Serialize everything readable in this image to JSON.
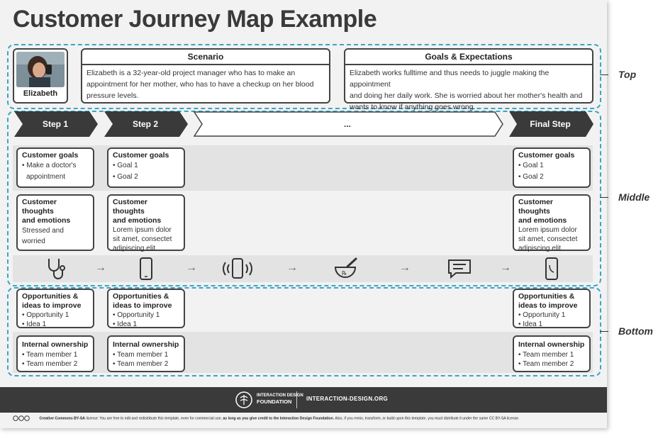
{
  "title": "Customer Journey Map Example",
  "regions": {
    "top": "Top",
    "middle": "Middle",
    "bottom": "Bottom"
  },
  "persona": {
    "name": "Elizabeth"
  },
  "scenario": {
    "heading": "Scenario",
    "lines": [
      "Elizabeth is a 32-year-old project manager who has to make an",
      "appointment for her mother, who has to have a checkup on her blood",
      "pressure levels."
    ]
  },
  "goals": {
    "heading": "Goals & Expectations",
    "lines": [
      "Elizabeth works fulltime and thus needs to juggle making the appointment",
      "and doing her daily work. She is worried about her mother's health and",
      "wants to know if anything goes wrong."
    ]
  },
  "steps": [
    "Step 1",
    "Step 2",
    "...",
    "Final Step"
  ],
  "columns": [
    {
      "goals_h": "Customer goals",
      "goals": [
        "• Make a doctor's",
        "appointment"
      ],
      "thoughts_h1": "Customer thoughts",
      "thoughts_h2": "and emotions",
      "thoughts": [
        "Stressed and",
        "worried"
      ],
      "opp_h1": "Opportunities &",
      "opp_h2": "ideas to improve",
      "opp": [
        "• Opportunity 1",
        "• Idea 1"
      ],
      "own_h": "Internal ownership",
      "own": [
        "• Team member 1",
        "• Team member 2"
      ]
    },
    {
      "goals_h": "Customer goals",
      "goals": [
        "• Goal 1",
        "• Goal 2"
      ],
      "thoughts_h1": "Customer thoughts",
      "thoughts_h2": "and emotions",
      "thoughts": [
        "Lorem ipsum dolor",
        "sit amet, consectet",
        "adipiscing elit."
      ],
      "opp_h1": "Opportunities &",
      "opp_h2": "ideas to improve",
      "opp": [
        "• Opportunity 1",
        "• Idea 1"
      ],
      "own_h": "Internal ownership",
      "own": [
        "• Team member 1",
        "• Team member 2"
      ]
    },
    {
      "goals_h": "Customer goals",
      "goals": [
        "• Goal 1",
        "• Goal 2"
      ],
      "thoughts_h1": "Customer thoughts",
      "thoughts_h2": "and emotions",
      "thoughts": [
        "Lorem ipsum dolor",
        "sit amet, consectet",
        "adipiscing elit."
      ],
      "opp_h1": "Opportunities &",
      "opp_h2": "ideas to improve",
      "opp": [
        "• Opportunity 1",
        "• Idea 1"
      ],
      "own_h": "Internal ownership",
      "own": [
        "• Team member 1",
        "• Team member 2"
      ]
    }
  ],
  "touchpoint_icons": [
    "stethoscope-icon",
    "smartphone-icon",
    "phone-ringing-icon",
    "mortar-pestle-rx-icon",
    "chat-message-icon",
    "smartphone-icon"
  ],
  "arrow_glyph": "→",
  "footer": {
    "org_line1": "INTERACTION DESIGN",
    "org_line2": "FOUNDATION",
    "site": "INTERACTION-DESIGN.ORG",
    "license_bold": "Creative Commons BY-SA",
    "license_text": " license: You are free to edit and redistribute this template, even for commercial use, ",
    "license_bold2": "as long as you give credit to the Interaction Design Foundation",
    "license_text2": ". Also, if you remix, transform, or build upon this template, you must distribute it under the same CC BY-SA license."
  },
  "colors": {
    "accent": "#3aa6c4",
    "dark": "#3a3a3a",
    "band": "#e3e3e3"
  }
}
